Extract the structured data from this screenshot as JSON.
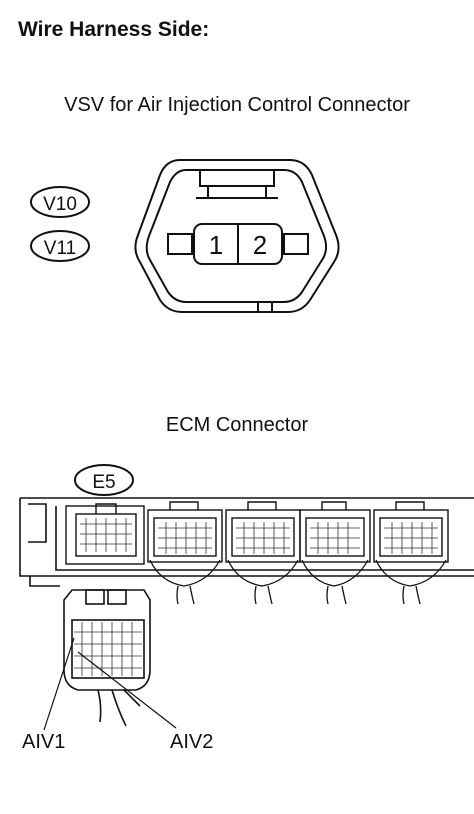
{
  "heading": "Wire Harness Side:",
  "vsv": {
    "title": "VSV for Air Injection Control Connector",
    "labels": [
      "V10",
      "V11"
    ],
    "pins": [
      "1",
      "2"
    ]
  },
  "ecm": {
    "title": "ECM Connector",
    "label": "E5",
    "pins": [
      "AIV1",
      "AIV2"
    ]
  }
}
